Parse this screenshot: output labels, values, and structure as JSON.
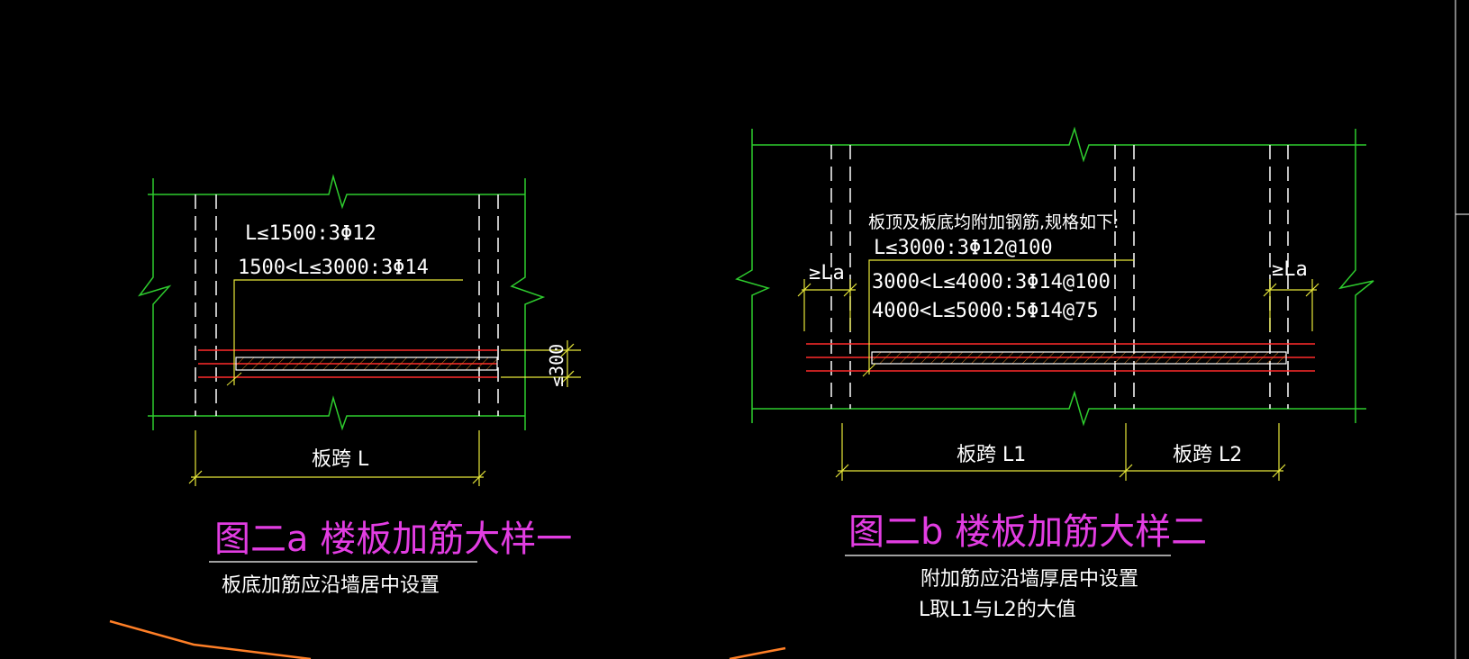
{
  "colors": {
    "background": "#000000",
    "slab_outline": "#2ecc2e",
    "wall_dash": "#ffffff",
    "rebar": "#ff2a2a",
    "dimension": "#e8e83a",
    "title": "#e23de2",
    "text": "#ffffff",
    "hatch": "#d87a1e",
    "arc": "#ff7f27"
  },
  "detail_a": {
    "rule1": "L≤1500:3Φ12",
    "rule2": "1500<L≤3000:3Φ14",
    "spacing": "≤300",
    "span_label": "板跨 L",
    "title": "图二a  楼板加筋大样一",
    "note": "板底加筋应沿墙居中设置"
  },
  "detail_b": {
    "heading": "板顶及板底均附加钢筋,规格如下:",
    "rule1": "L≤3000:3Φ12@100",
    "rule2": "3000<L≤4000:3Φ14@100",
    "rule3": "4000<L≤5000:5Φ14@75",
    "anchor_left": "≥La",
    "anchor_right": "≥La",
    "span1_label": "板跨 L1",
    "span2_label": "板跨 L2",
    "title": "图二b  楼板加筋大样二",
    "note1": "附加筋应沿墙厚居中设置",
    "note2": "L取L1与L2的大值"
  }
}
